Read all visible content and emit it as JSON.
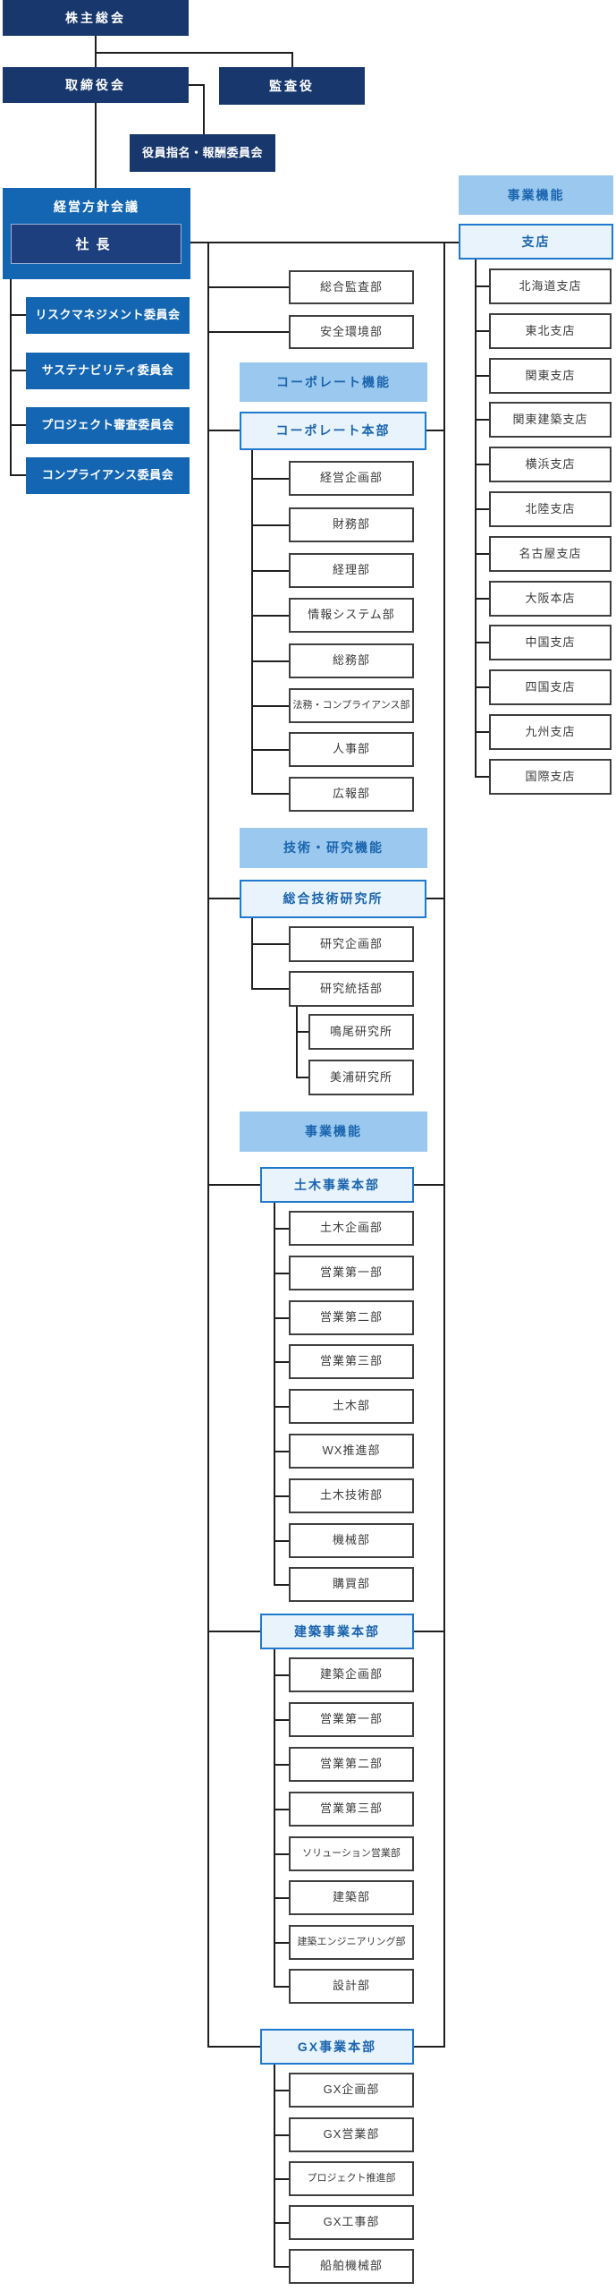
{
  "governance": {
    "shareholders": "株主総会",
    "board": "取締役会",
    "auditors": "監査役",
    "nomination_committee": "役員指名・報酬委員会",
    "policy_meeting": "経営方針会議",
    "president": "社長",
    "committees": [
      "リスクマネジメント委員会",
      "サステナビリティ委員会",
      "プロジェクト審査委員会",
      "コンプライアンス委員会"
    ]
  },
  "staff_departments": [
    "総合監査部",
    "安全環境部"
  ],
  "branches_section": {
    "header": "事業機能",
    "title": "支店",
    "items": [
      "北海道支店",
      "東北支店",
      "関東支店",
      "関東建築支店",
      "横浜支店",
      "北陸支店",
      "名古屋支店",
      "大阪本店",
      "中国支店",
      "四国支店",
      "九州支店",
      "国際支店"
    ]
  },
  "corporate_section": {
    "header": "コーポレート機能",
    "title": "コーポレート本部",
    "items": [
      "経営企画部",
      "財務部",
      "経理部",
      "情報システム部",
      "総務部",
      "法務・コンプライアンス部",
      "人事部",
      "広報部"
    ]
  },
  "research_section": {
    "header": "技術・研究機能",
    "title": "総合技術研究所",
    "items": [
      "研究企画部",
      "研究統括部"
    ],
    "sub_items": [
      "鳴尾研究所",
      "美浦研究所"
    ]
  },
  "business_section": {
    "header": "事業機能",
    "divisions": [
      {
        "title": "土木事業本部",
        "items": [
          "土木企画部",
          "営業第一部",
          "営業第二部",
          "営業第三部",
          "土木部",
          "WX推進部",
          "土木技術部",
          "機械部",
          "購買部"
        ]
      },
      {
        "title": "建築事業本部",
        "items": [
          "建築企画部",
          "営業第一部",
          "営業第二部",
          "営業第三部",
          "ソリューション営業部",
          "建築部",
          "建築エンジニアリング部",
          "設計部"
        ]
      },
      {
        "title": "GX事業本部",
        "items": [
          "GX企画部",
          "GX営業部",
          "プロジェクト推進部",
          "GX工事部",
          "船舶機械部"
        ]
      }
    ]
  },
  "colors": {
    "dark_navy": "#17376d",
    "bright_blue": "#1466b2",
    "president_navy": "#1e3f7d",
    "section_header_bg": "#9ac8ee",
    "light_box_bg": "#e8f3fc",
    "light_box_border": "#2079cc",
    "blue_text": "#1a64ae",
    "line_color": "#1f1f1f"
  }
}
